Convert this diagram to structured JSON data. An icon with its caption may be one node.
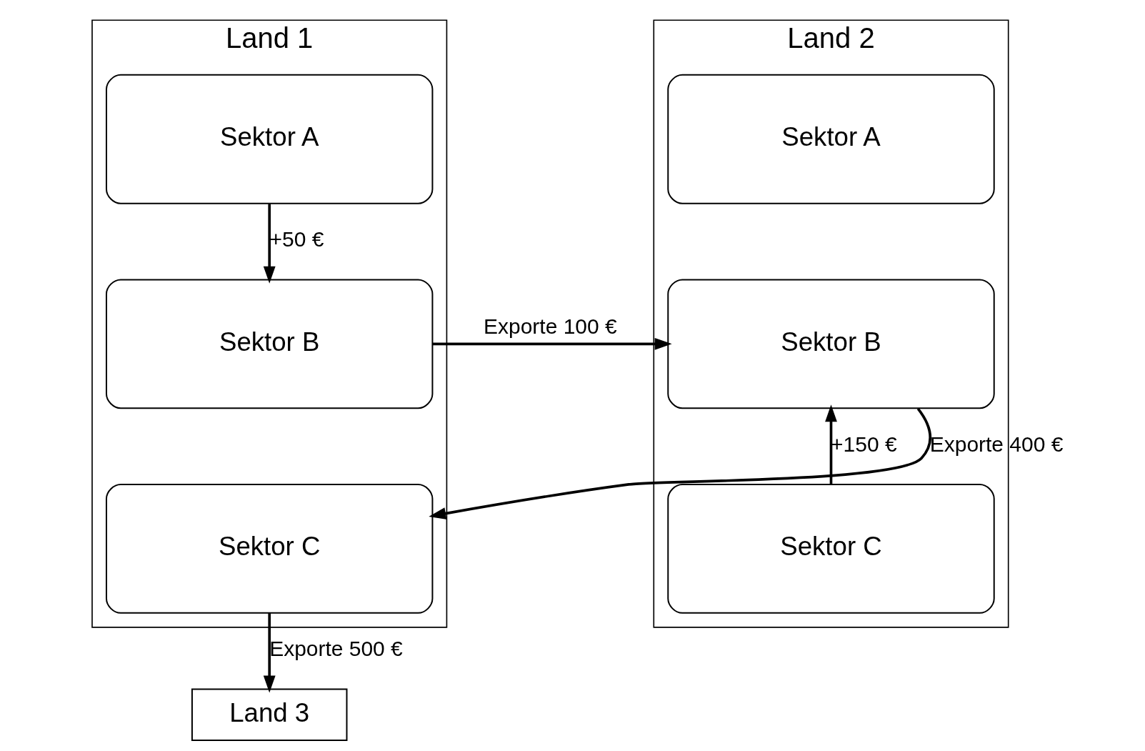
{
  "diagram": {
    "nodes": [
      {
        "text": [
          "Land 1"
        ]
      },
      {
        "text": [
          "Sektor A"
        ],
        "in": 0
      },
      {
        "text": [
          "Sektor B"
        ],
        "in": 0
      },
      {
        "text": [
          "Sektor C"
        ],
        "in": 0
      },
      {
        "text": [
          "Land 2"
        ]
      },
      {
        "text": [
          "Sektor A"
        ],
        "in": 4
      },
      {
        "text": [
          "Sektor B"
        ],
        "in": 4
      },
      {
        "text": [
          "Sektor C"
        ],
        "in": 4
      },
      {
        "text": [
          "Land 3"
        ]
      }
    ],
    "edges": [
      {
        "from": 1,
        "to": 2,
        "arrow": "to",
        "label": "+50 €"
      },
      {
        "from": 2,
        "to": 6,
        "arrow": "to",
        "label": "Exporte 100 €"
      },
      {
        "from": 6,
        "to": 3,
        "arrow": "to",
        "label": "Exporte 400 €"
      },
      {
        "from": 3,
        "to": 8,
        "arrow": "to",
        "label": "Exporte 500 €"
      },
      {
        "from": 7,
        "to": 6,
        "arrow": "to",
        "label": "+150 €"
      }
    ]
  }
}
